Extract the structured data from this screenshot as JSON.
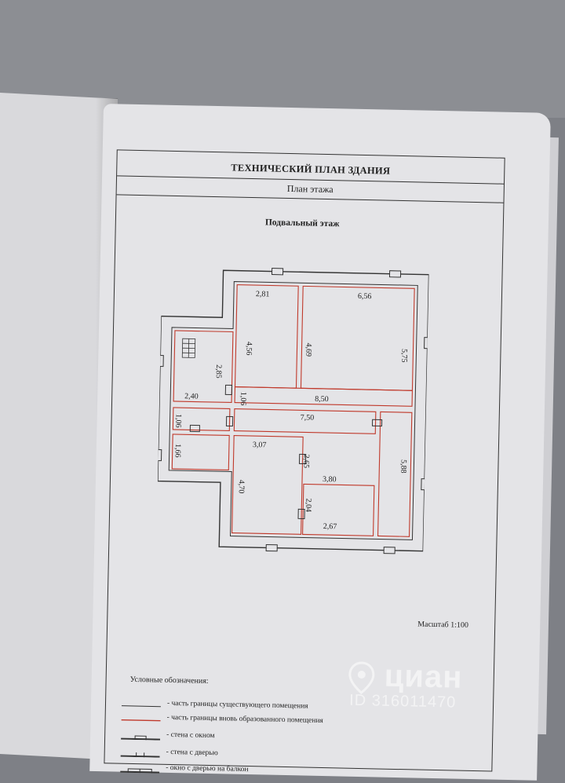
{
  "document": {
    "title": "ТЕХНИЧЕСКИЙ ПЛАН ЗДАНИЯ",
    "subtitle": "План этажа",
    "floor_title": "Подвальный этаж",
    "scale": "Масштаб 1:100"
  },
  "plan": {
    "dimensions": [
      "2,81",
      "6,56",
      "4,56",
      "4,69",
      "5,75",
      "2,85",
      "1,06",
      "2,40",
      "8,50",
      "7,50",
      "1,06",
      "3,07",
      "2,65",
      "1,66",
      "4,70",
      "3,80",
      "2,04",
      "2,67",
      "5,88"
    ]
  },
  "legend": {
    "title": "Условные обозначения:",
    "items": [
      {
        "symbol": "thin-line",
        "text": "- часть границы существующего помещения"
      },
      {
        "symbol": "red-line",
        "text": "- часть границы вновь образованного помещения"
      },
      {
        "symbol": "wall-window",
        "text": "- стена с окном"
      },
      {
        "symbol": "wall-door",
        "text": "- стена с дверью"
      },
      {
        "symbol": "window-door-balcony",
        "text": "- окно с дверью на балкон"
      }
    ]
  },
  "watermark": {
    "brand": "циан",
    "id": "ID 316011470"
  },
  "colors": {
    "room_outline": "#c0392b",
    "wall": "#333333",
    "paper": "#e4e4e7"
  }
}
